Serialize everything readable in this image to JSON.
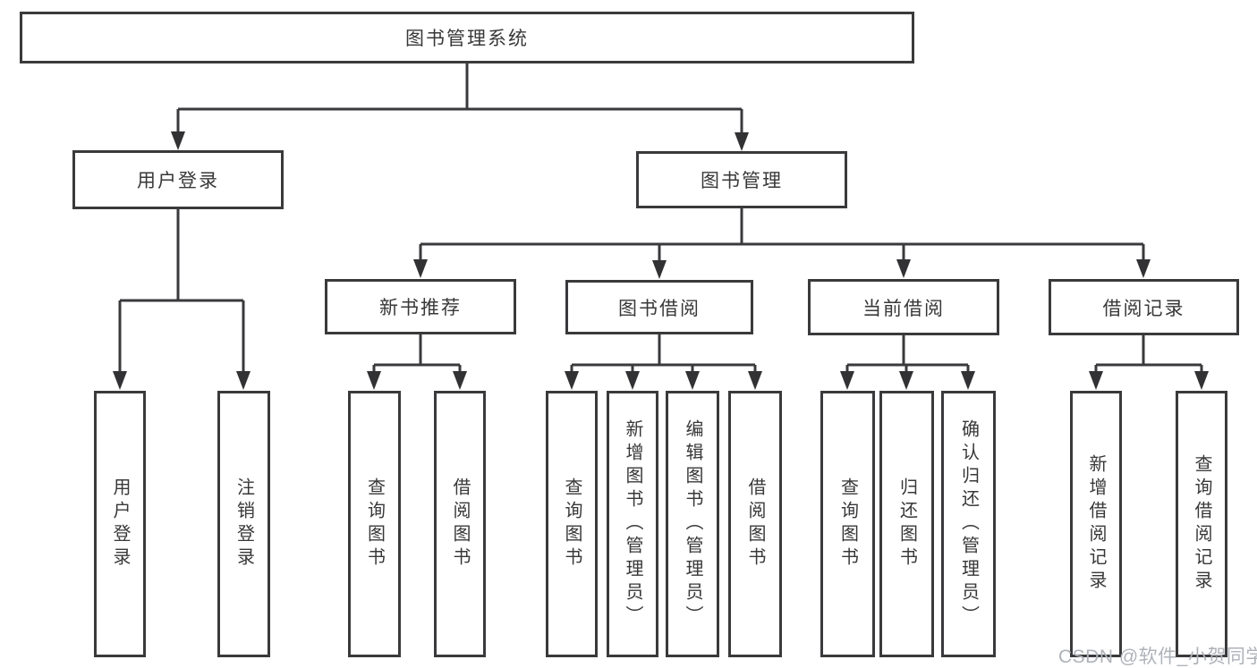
{
  "colors": {
    "line": "#3a3a3c",
    "box_border": "#3a3a3c",
    "box_fill": "#ffffff",
    "text": "#38383a",
    "background": "#ffffff",
    "watermark": "#aeb3b9"
  },
  "tree": {
    "label": "图书管理系统",
    "children": [
      {
        "label": "用户登录",
        "children": [
          {
            "label": "用户登录"
          },
          {
            "label": "注销登录"
          }
        ]
      },
      {
        "label": "图书管理",
        "children": [
          {
            "label": "新书推荐",
            "children": [
              {
                "label": "查询图书"
              },
              {
                "label": "借阅图书"
              }
            ]
          },
          {
            "label": "图书借阅",
            "children": [
              {
                "label": "查询图书"
              },
              {
                "label": "新增图书（管理员）"
              },
              {
                "label": "编辑图书（管理员）"
              },
              {
                "label": "借阅图书"
              }
            ]
          },
          {
            "label": "当前借阅",
            "children": [
              {
                "label": "查询图书"
              },
              {
                "label": "归还图书"
              },
              {
                "label": "确认归还（管理员）"
              }
            ]
          },
          {
            "label": "借阅记录",
            "children": [
              {
                "label": "新增借阅记录"
              },
              {
                "label": "查询借阅记录"
              }
            ]
          }
        ]
      }
    ]
  },
  "watermark": {
    "text": "CSDN @软件_小贺同学"
  }
}
